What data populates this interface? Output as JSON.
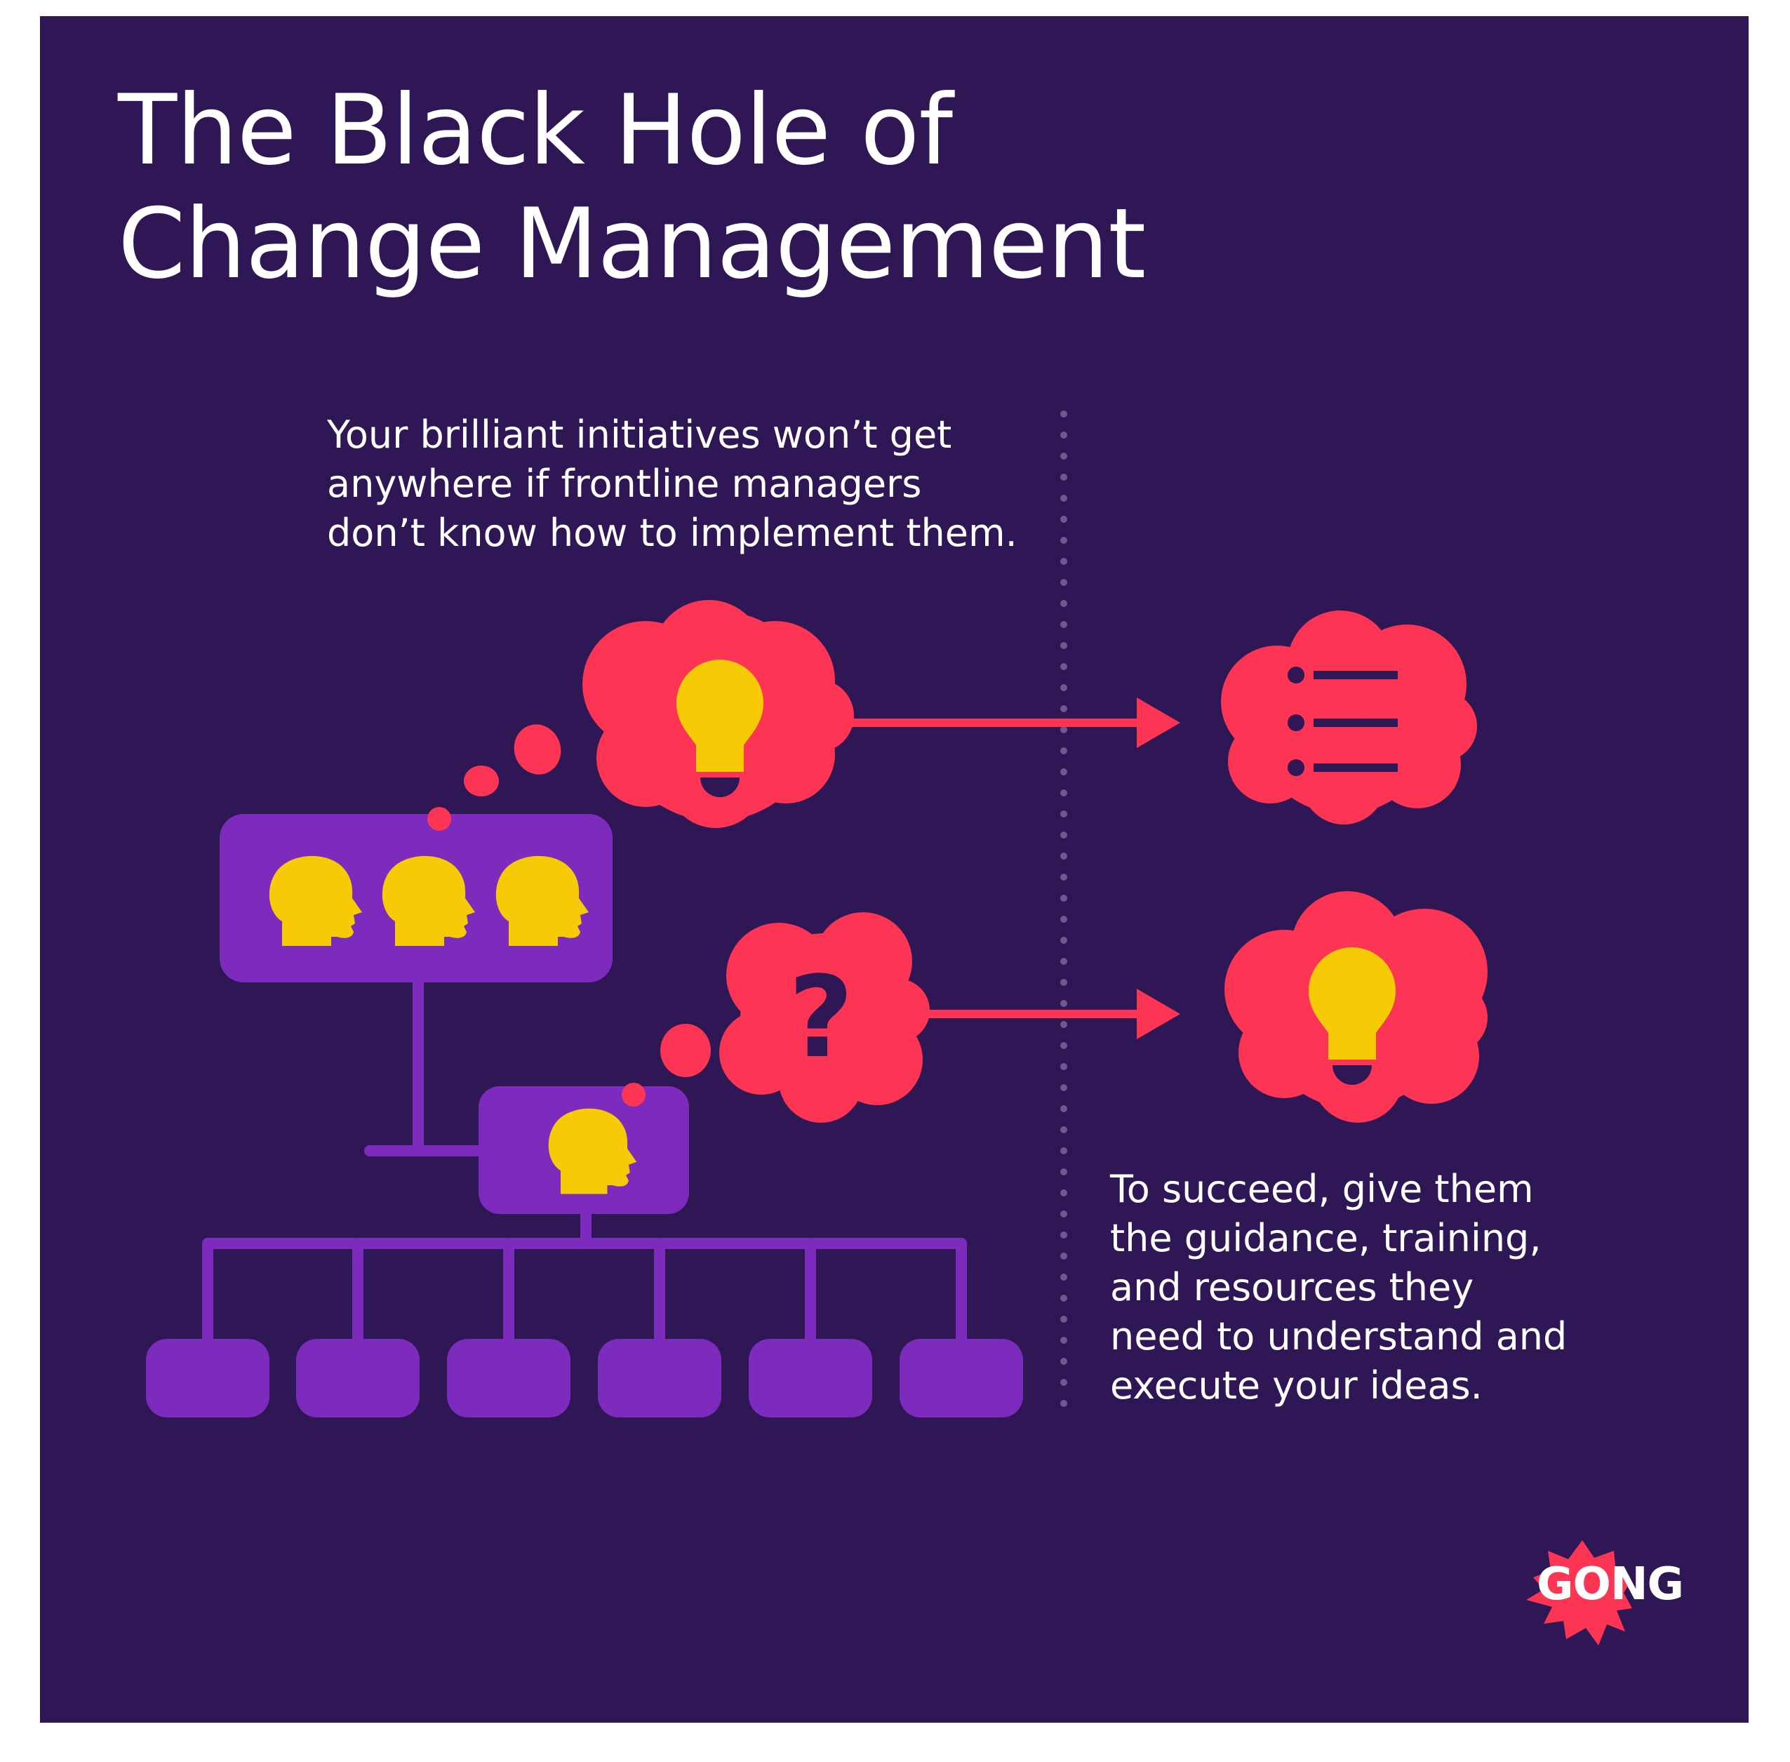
{
  "title": {
    "line1": "The Black Hole of",
    "line2": "Change Management"
  },
  "intro_text": {
    "line1": "Your brilliant initiatives won’t get",
    "line2": "anywhere if frontline managers",
    "line3": "don’t know how to implement them."
  },
  "conclusion_text": {
    "line1": "To succeed, give them",
    "line2": "the guidance, training,",
    "line3": "and resources they",
    "line4": "need to understand and",
    "line5": "execute your ideas."
  },
  "question_glyph": "?",
  "logo": {
    "text": "GONG"
  },
  "colors": {
    "background": "#2f1755",
    "box_purple": "#7c2bbd",
    "cloud_red": "#fb3553",
    "head_yellow": "#f6cb05",
    "divider_dots": "#6d5a8f",
    "text": "#ffffff"
  },
  "icons": {
    "leaders_heads": "person-head-icon",
    "idea": "lightbulb-icon",
    "plan": "list-icon",
    "confusion": "question-mark-icon",
    "employees": "rounded-box-icon"
  }
}
